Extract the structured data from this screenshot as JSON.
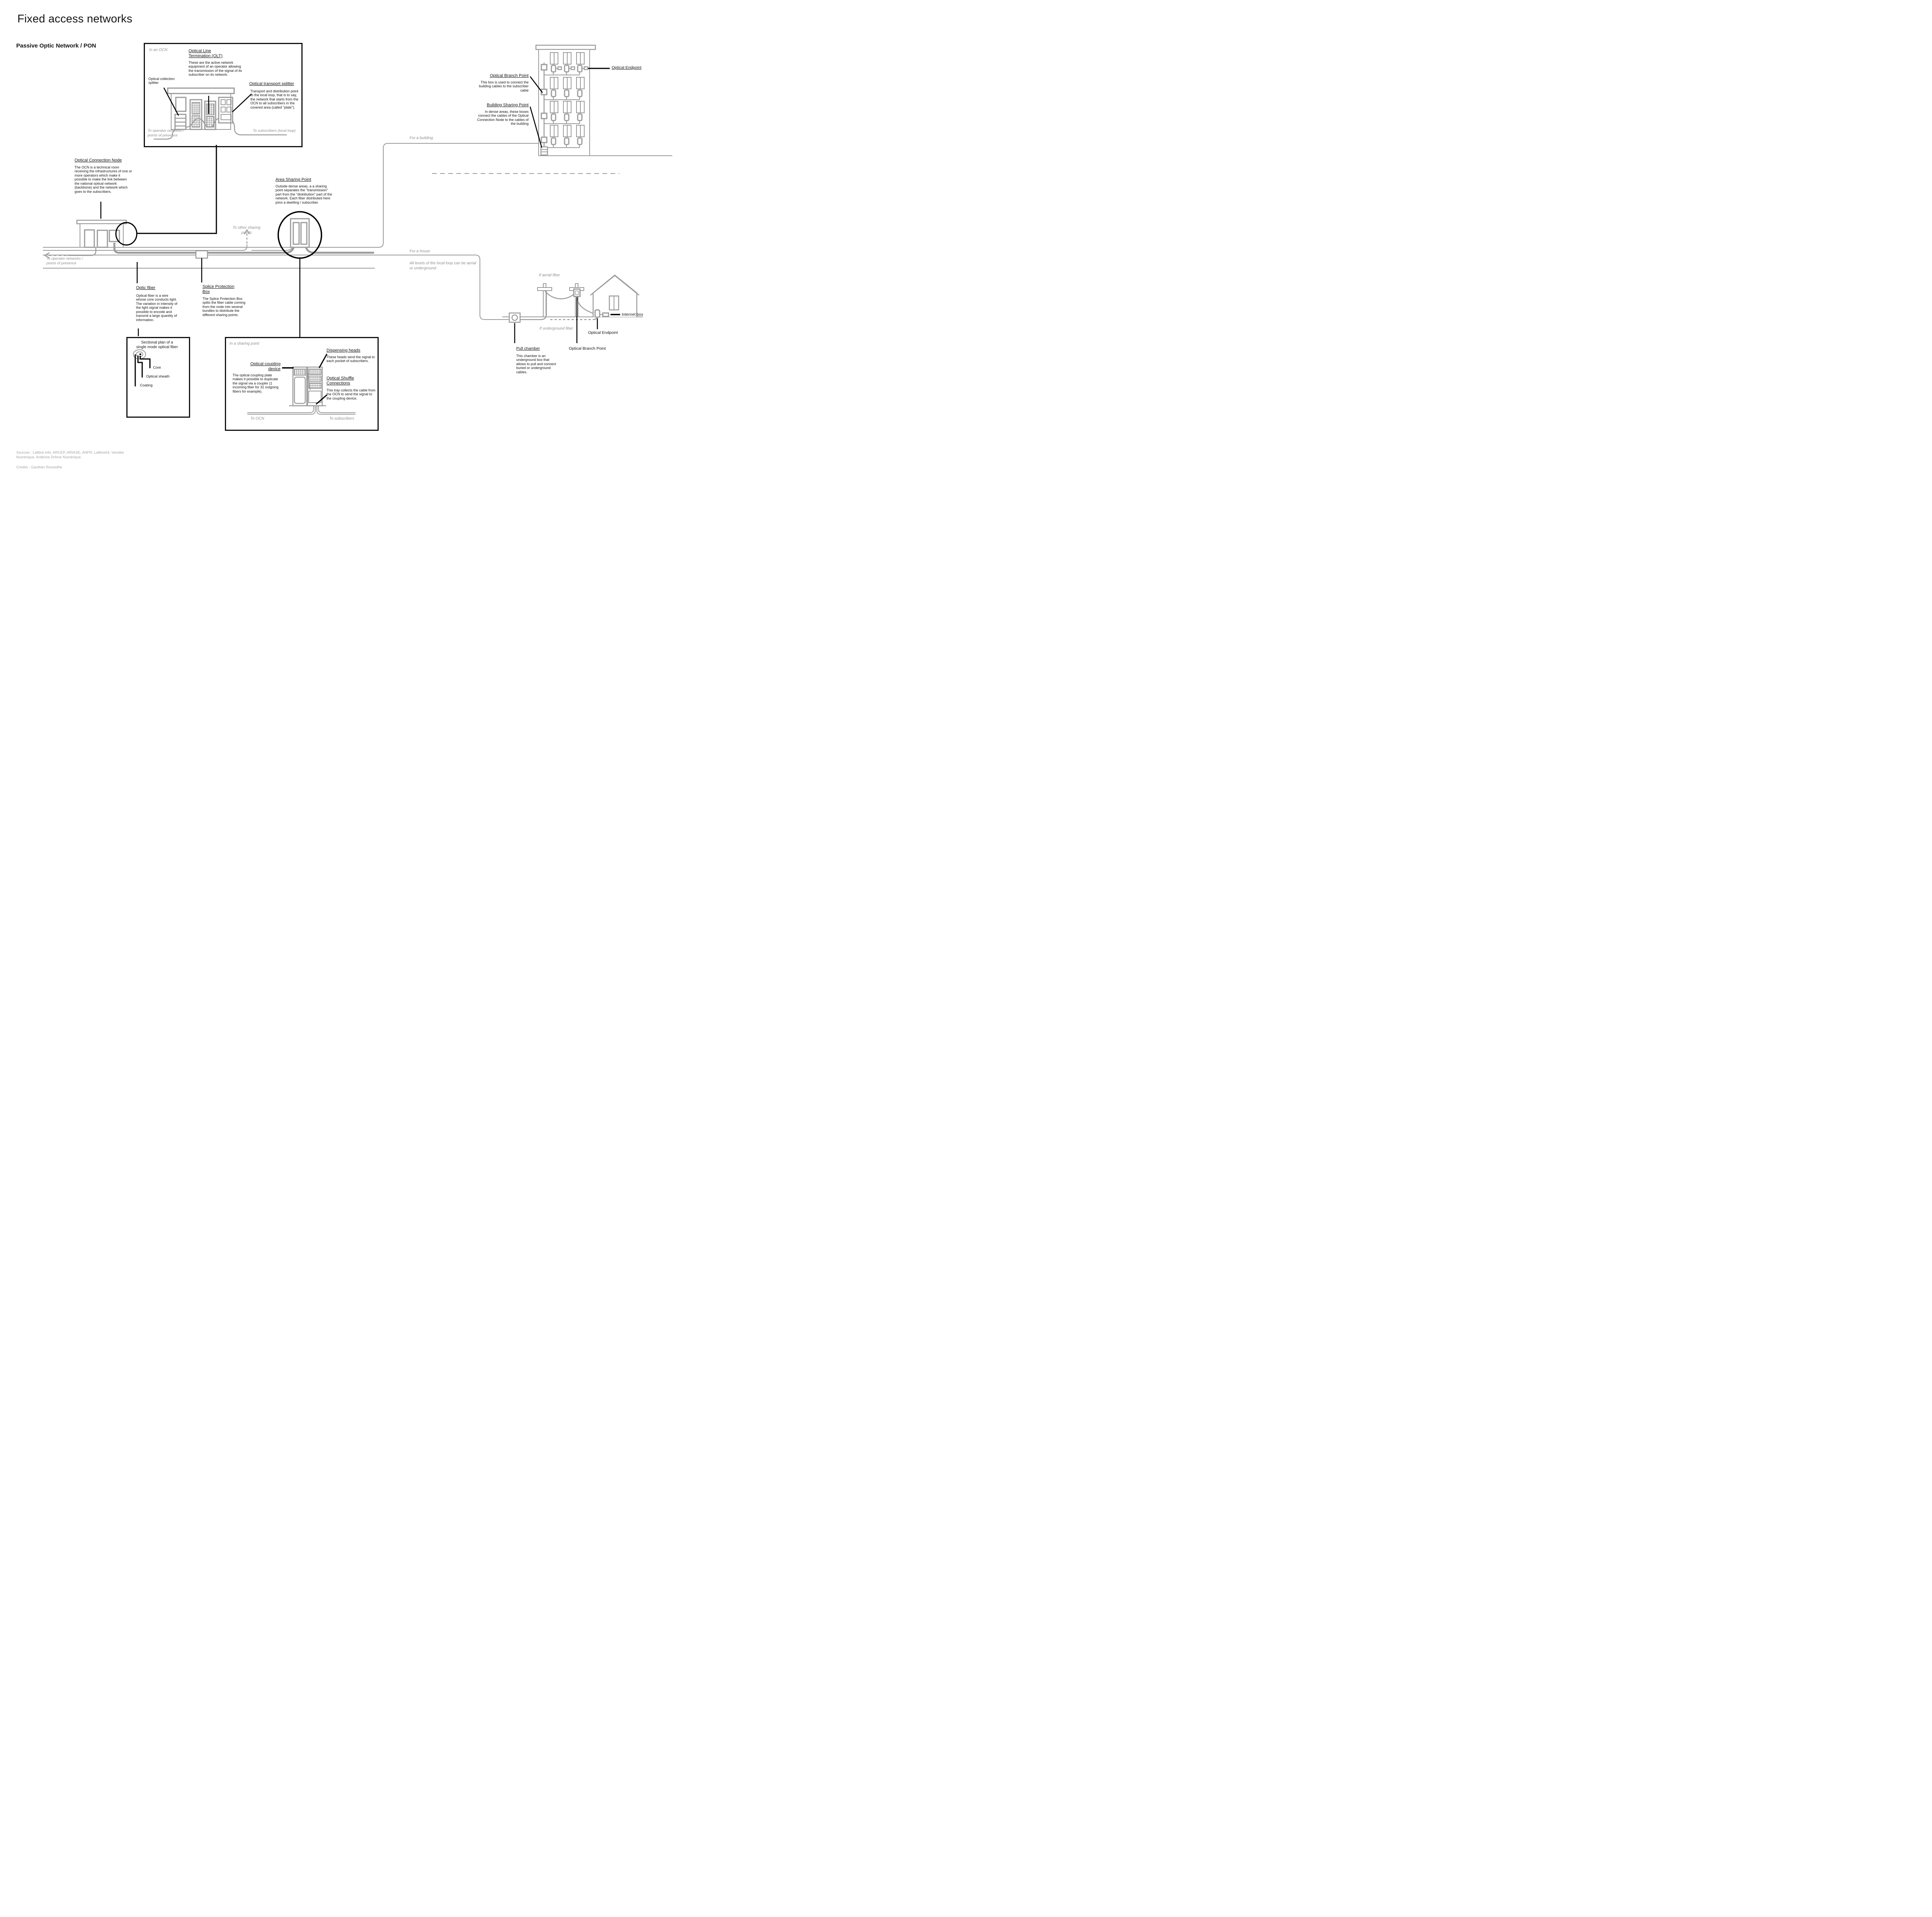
{
  "header": {
    "title": "Fixed access networks",
    "subtitle": "Passive Optic Network / PON"
  },
  "ocn_detail": {
    "context": "In an OCN",
    "olt_title": "Optical Line\nTermination (OLT)",
    "olt_desc": "These are the active network equipment of an operator allowing the transmission of the signal of its subscriber on its network.",
    "collection_label": "Optical collection splitter",
    "transport_title": "Optical transport splitter",
    "transport_desc": "Transport and distribution point to the local loop, that is to say, the network that starts from the OCN to all subscribers in the covered area (called \"plate\").",
    "to_operator": "To operator networks /\npoints of presence",
    "to_subscribers": "To subscribers (local loop)"
  },
  "ocn_node": {
    "title": "Optical Connection Node",
    "desc": "The OCN is a technical room receiving the infrastructures of one or more operators which make it possible to make the link between the national optical network (backbone) and the network which goes to the subscribers."
  },
  "network": {
    "to_operator": "To operator networks /\npoints of presence",
    "to_other_sharing": "To other sharing\npoints",
    "for_building": "For a building",
    "for_house": "For a house",
    "loop_note": "All levels of the local loop can be aerial\nor underground."
  },
  "area_sp": {
    "title": "Area Sharing Point",
    "desc": "Outside dense areas, a a sharing point separates the \"transmission\" part from the \"distribution\" part of the network. Each fiber distributed here joins a dwelling / subscriber."
  },
  "building": {
    "obp_title": "Optical Branch Point",
    "obp_desc": "This box is used to connect the building cables to the subscriber cable",
    "bsp_title": "Building Sharing Point",
    "bsp_desc": "In dense areas, these boxes connect the cables of the Optical Connection Node to the cables of the building",
    "endpoint_label": "Optical Endpoint"
  },
  "house": {
    "aerial_label": "If aerial fiber",
    "underground_label": "If underground fiber",
    "internet_box_label": "Internet box",
    "endpoint_label": "Optical Endpoint",
    "pull_title": "Pull chamber",
    "pull_desc": "This chamber is an underground box that allows to pull and connect buried or underground cables.",
    "branch_label": "Optical Branch Point"
  },
  "optic_fiber": {
    "title": "Optic fiber",
    "desc": "Optical fiber is a wire whose core conducts light. The variation in intensity of the light signal makes it possible to encode and transmit a large quantity of information."
  },
  "splice_box": {
    "title": "Splice Protection\nBox",
    "desc": "The Splice Protection Box splits the fiber cable coming from the node into several bundles to distribute the different sharing points."
  },
  "fiber_section": {
    "title": "Sectional plan of a\nsingle mode optical fiber",
    "core": "Core",
    "sheath": "Optical sheath",
    "coating": "Coating"
  },
  "sharing_point": {
    "context": "In a sharing point",
    "coupling_title": "Optical coupling\ndevice",
    "coupling_desc": "The optical coupling plate makes it possible to duplicate the signal via a coupler (1 incoming fiber for 32 outgoing fibers for example).",
    "heads_title": "Dispensing heads",
    "heads_desc": "These heads send the signal to each pocket of subscribers.",
    "shuffle_title": "Optical Shuffle\nConnections",
    "shuffle_desc": "This tray collects the cable from the OCN to send the signal to the coupling device.",
    "to_ocn": "To OCN",
    "to_subscribers": "To subscribers"
  },
  "footer": {
    "sources": "Sources : Lafibre.info, ARCEP, ARIASE, ANFR, Lafibre64, Vendée\nNumérique, Ardèche Drôme Numérique.",
    "credits": "Credits : Gauthier Roussilhe"
  }
}
